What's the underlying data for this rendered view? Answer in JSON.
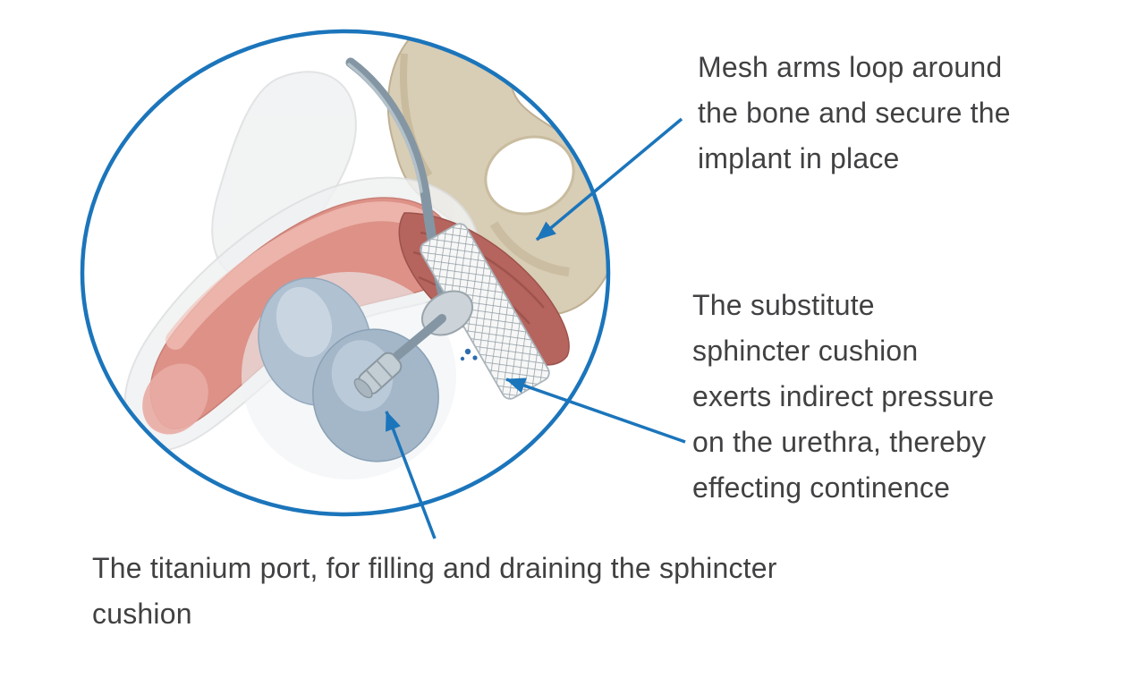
{
  "colors": {
    "accent_blue": "#1b75bb",
    "text_color": "#414144",
    "bone": "#d8cdb5",
    "muscle_pink": "#dd9187",
    "muscle_red": "#b5655e",
    "scrotum_blue": "#a9bccd",
    "tube_gray": "#8496a3"
  },
  "annotations": [
    {
      "id": "mesh-arms",
      "text": "Mesh arms loop around\nthe bone and secure the\nimplant in place"
    },
    {
      "id": "sphincter-cushion",
      "text": "The substitute\nsphincter cushion\nexerts indirect pressure\non the urethra, thereby\neffecting continence"
    },
    {
      "id": "titanium-port",
      "text": "The titanium port, for filling and draining the sphincter\ncushion"
    }
  ],
  "illustration": {
    "parts": [
      "pelvic-bone",
      "penis",
      "scrotum",
      "tubing",
      "mesh-strap",
      "sphincter-cushion",
      "titanium-port"
    ]
  }
}
